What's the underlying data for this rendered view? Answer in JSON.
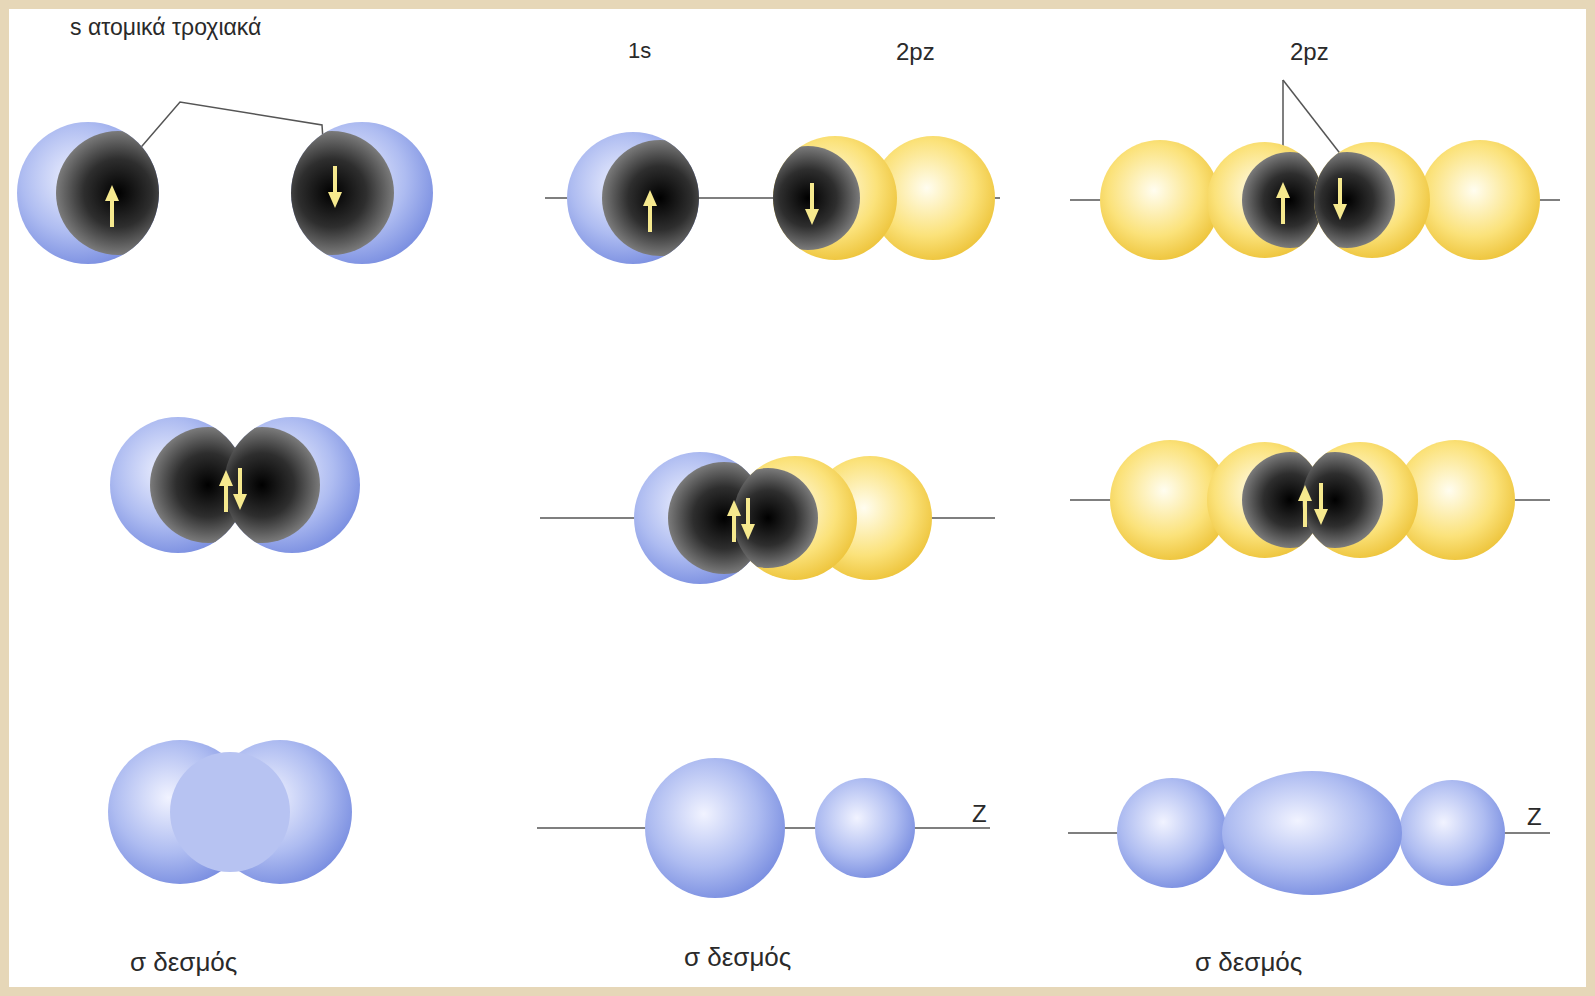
{
  "diagram": {
    "labels": [
      "s ατομικά τροχιακά",
      "1s",
      "2pz",
      "2pz",
      "Z",
      "Z",
      "σ δεσμός",
      "σ δεσμός",
      "σ δεσμός"
    ]
  }
}
